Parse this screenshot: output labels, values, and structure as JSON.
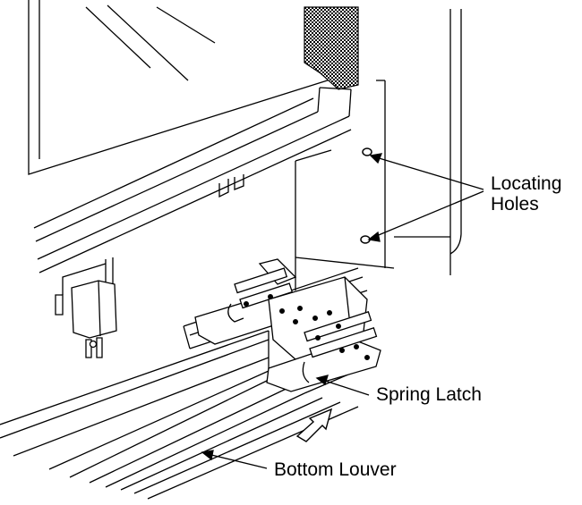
{
  "diagram": {
    "labels": {
      "locating_holes_line1": "Locating",
      "locating_holes_line2": "Holes",
      "spring_latch": "Spring Latch",
      "bottom_louver": "Bottom Louver"
    },
    "colors": {
      "ink": "#000000",
      "paper": "#ffffff"
    }
  }
}
